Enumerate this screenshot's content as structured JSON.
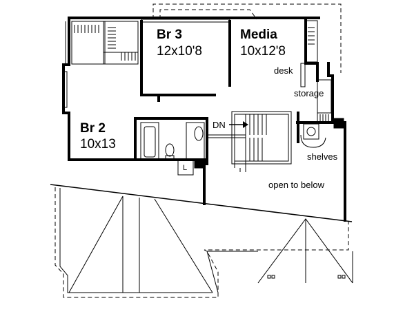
{
  "rooms": {
    "br3": {
      "name": "Br 3",
      "size": "12x10'8"
    },
    "media": {
      "name": "Media",
      "size": "10x12'8"
    },
    "br2": {
      "name": "Br 2",
      "size": "10x13"
    }
  },
  "labels": {
    "desk": "desk",
    "storage": "storage",
    "dn": "DN",
    "shelves": "shelves",
    "open_to_below": "open to below",
    "laundry": "L"
  }
}
